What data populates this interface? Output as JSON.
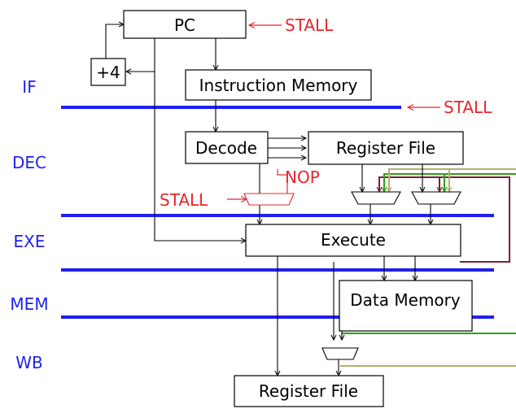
{
  "boxes": {
    "pc": "PC",
    "plus4": "+4",
    "instruction_memory": "Instruction Memory",
    "decode": "Decode",
    "register_file_top": "Register File",
    "execute": "Execute",
    "data_memory": "Data Memory",
    "register_file_bottom": "Register File"
  },
  "stages": [
    "IF",
    "DEC",
    "EXE",
    "MEM",
    "WB"
  ],
  "signals": {
    "stall_pc": "STALL",
    "stall_if": "STALL",
    "stall_dec": "STALL",
    "nop": "NOP"
  },
  "colors": {
    "stage_bar": "#1f1ff0",
    "control": "#e8252c",
    "forward_mem": "#7a1f3d",
    "forward_wb": "#2f9e1a",
    "forward_olive": "#b5ad6e"
  }
}
